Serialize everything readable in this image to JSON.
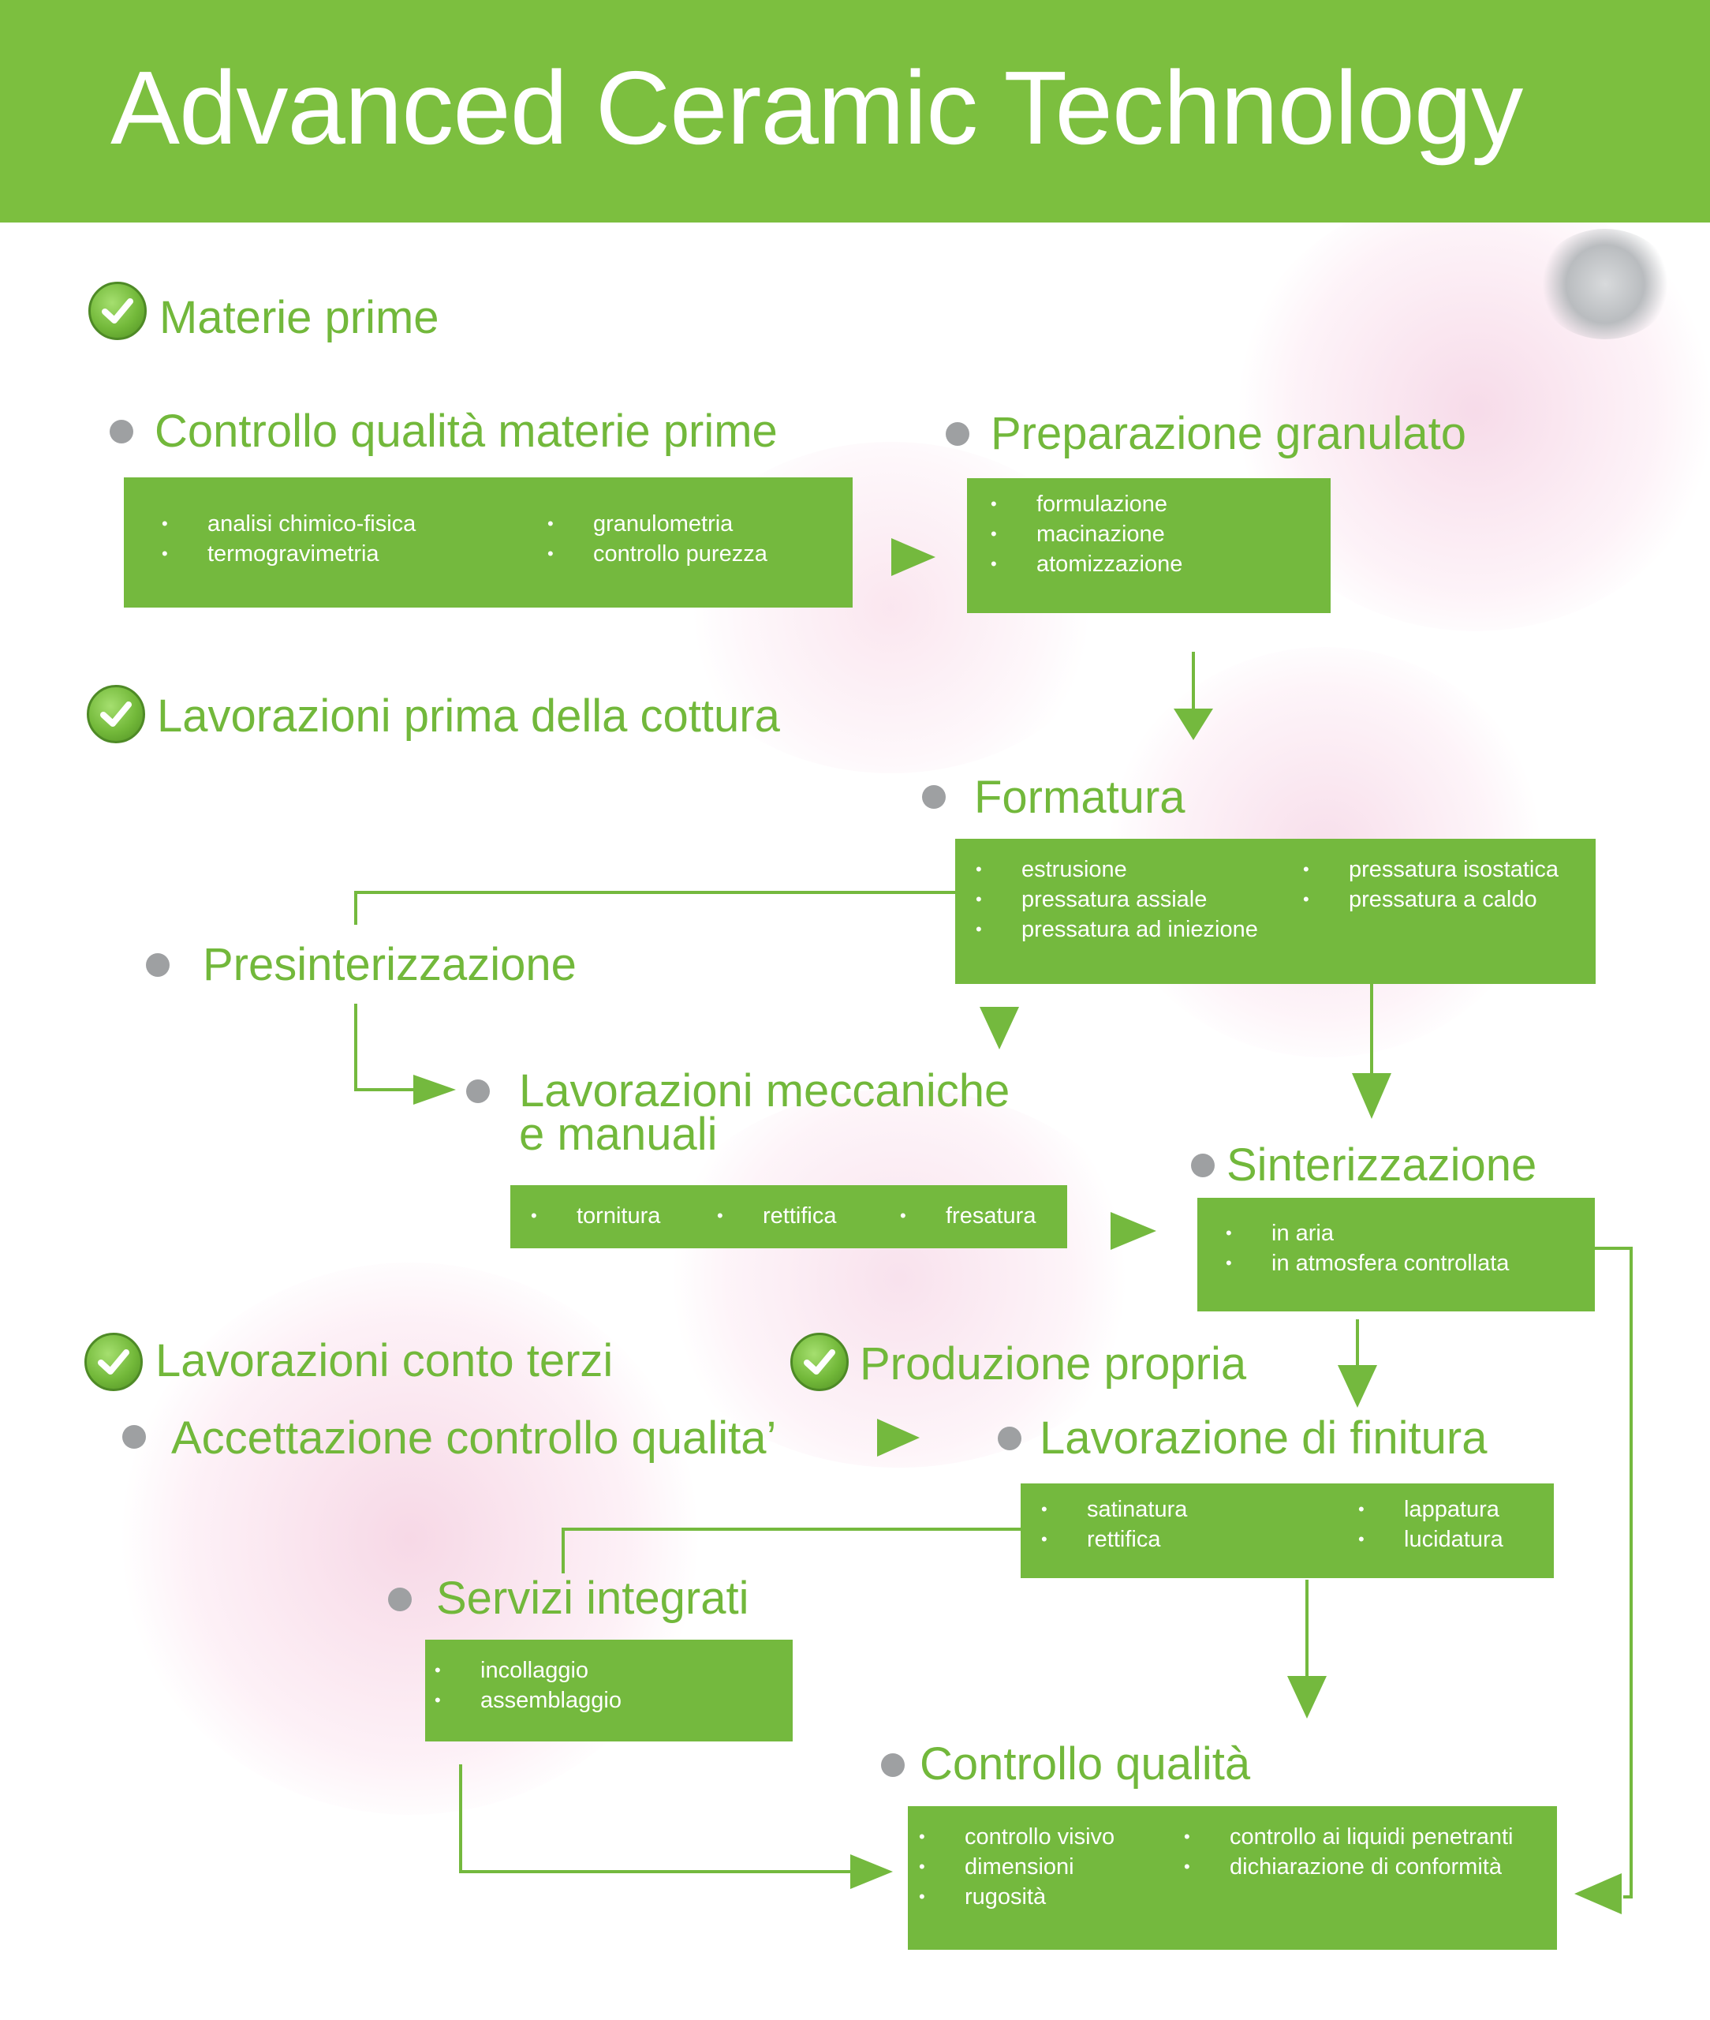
{
  "header": {
    "title": "Advanced Ceramic Technology"
  },
  "colors": {
    "accent": "#7cbf3f",
    "box": "#74b93e",
    "dot": "#9ea0a2",
    "text": "#72b83b"
  },
  "sections": {
    "materie_prime": "Materie prime",
    "lavorazioni_prima": "Lavorazioni prima della cottura",
    "conto_terzi": "Lavorazioni conto terzi",
    "produzione_propria": "Produzione propria"
  },
  "steps": {
    "controllo_qualita_mp": {
      "title": "Controllo qualità materie prime",
      "col1": [
        "analisi chimico-fisica",
        "termogravimetria"
      ],
      "col2": [
        "granulometria",
        "controllo purezza"
      ]
    },
    "preparazione_granulato": {
      "title": "Preparazione granulato",
      "items": [
        "formulazione",
        "macinazione",
        "atomizzazione"
      ]
    },
    "formatura": {
      "title": "Formatura",
      "col1": [
        "estrusione",
        "pressatura assiale",
        "pressatura ad iniezione"
      ],
      "col2": [
        "pressatura isostatica",
        "pressatura a caldo"
      ]
    },
    "presinterizzazione": {
      "title": "Presinterizzazione"
    },
    "lavorazioni_meccaniche": {
      "title_line1": "Lavorazioni meccaniche",
      "title_line2": "e manuali",
      "items": [
        "tornitura",
        "rettifica",
        "fresatura"
      ]
    },
    "sinterizzazione": {
      "title": "Sinterizzazione",
      "items": [
        "in aria",
        "in atmosfera controllata"
      ]
    },
    "accettazione": {
      "title": "Accettazione controllo qualita’"
    },
    "lavorazione_finitura": {
      "title": "Lavorazione di finitura",
      "col1": [
        "satinatura",
        "rettifica"
      ],
      "col2": [
        "lappatura",
        "lucidatura"
      ]
    },
    "servizi_integrati": {
      "title": "Servizi integrati",
      "items": [
        "incollaggio",
        "assemblaggio"
      ]
    },
    "controllo_qualita": {
      "title": "Controllo qualità",
      "col1": [
        "controllo visivo",
        "dimensioni",
        "rugosità"
      ],
      "col2": [
        "controllo ai liquidi penetranti",
        "dichiarazione di conformità"
      ]
    }
  },
  "icons": {
    "section_marker": "check-circle-icon",
    "step_marker": "bullet-dot-icon",
    "flow": "arrow-icon"
  }
}
